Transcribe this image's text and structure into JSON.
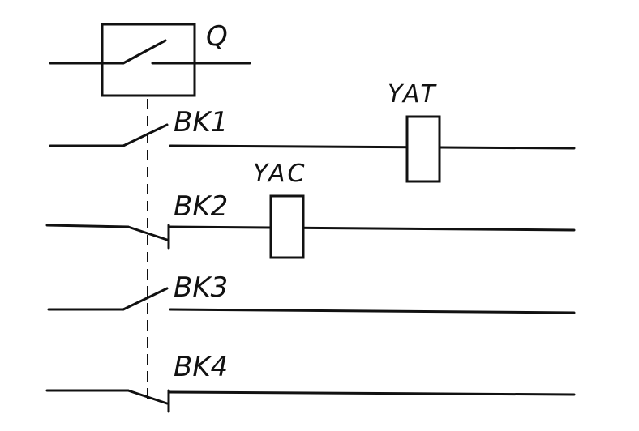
{
  "labels": {
    "breaker": "Q",
    "trip_coil": "YAT",
    "close_coil": "YAC",
    "contact_1": "BK1",
    "contact_2": "BK2",
    "contact_3": "BK3",
    "contact_4": "BK4"
  }
}
